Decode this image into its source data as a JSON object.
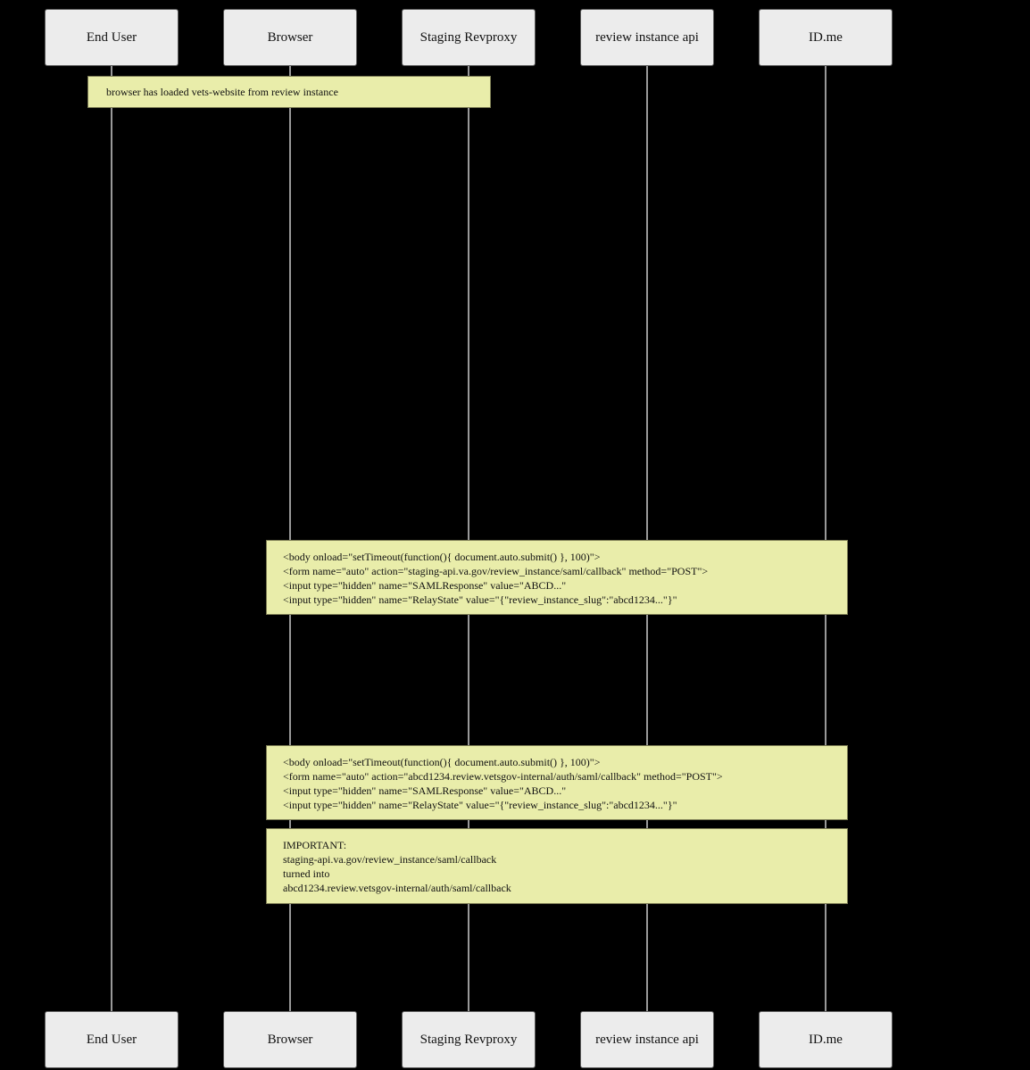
{
  "diagram": {
    "type": "sequence-diagram",
    "colors": {
      "background": "#000000",
      "actor_fill": "#ececec",
      "actor_border": "#5c5c5c",
      "lifeline": "#999999",
      "note_fill": "#e9edaa",
      "note_border": "#7d7d55",
      "text": "#111111"
    },
    "actors": [
      {
        "label": "End User"
      },
      {
        "label": "Browser"
      },
      {
        "label": "Staging Revproxy"
      },
      {
        "label": "review instance api"
      },
      {
        "label": "ID.me"
      }
    ],
    "notes": [
      {
        "lines": [
          "browser has loaded vets-website from review instance"
        ]
      },
      {
        "lines": [
          "<body onload=\"setTimeout(function(){ document.auto.submit() }, 100)\">",
          "<form name=\"auto\" action=\"staging-api.va.gov/review_instance/saml/callback\" method=\"POST\">",
          "<input type=\"hidden\" name=\"SAMLResponse\" value=\"ABCD...\"",
          "<input type=\"hidden\" name=\"RelayState\" value=\"{\"review_instance_slug\":\"abcd1234...\"}\""
        ]
      },
      {
        "lines": [
          "<body onload=\"setTimeout(function(){ document.auto.submit() }, 100)\">",
          "<form name=\"auto\" action=\"abcd1234.review.vetsgov-internal/auth/saml/callback\" method=\"POST\">",
          "<input type=\"hidden\" name=\"SAMLResponse\" value=\"ABCD...\"",
          "<input type=\"hidden\" name=\"RelayState\" value=\"{\"review_instance_slug\":\"abcd1234...\"}\""
        ]
      },
      {
        "lines": [
          "IMPORTANT:",
          "staging-api.va.gov/review_instance/saml/callback",
          "turned into",
          "abcd1234.review.vetsgov-internal/auth/saml/callback"
        ]
      }
    ]
  }
}
